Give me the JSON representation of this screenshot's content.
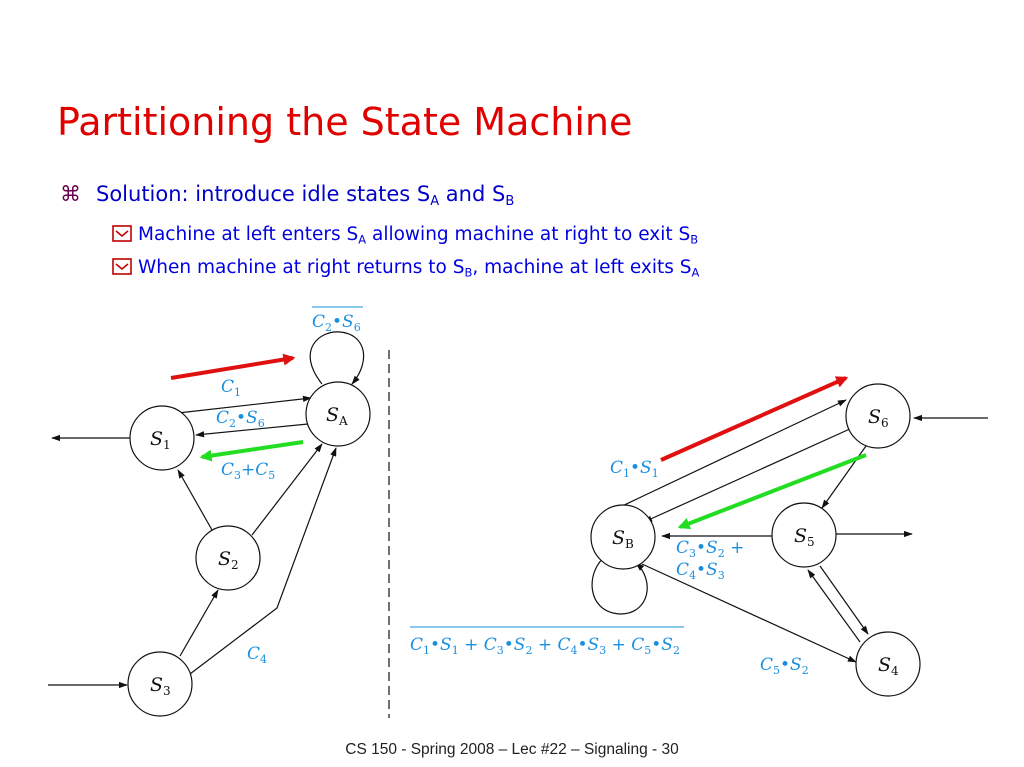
{
  "title": "Partitioning the State Machine",
  "bullets": {
    "main": {
      "marker": "⌘",
      "text": "Solution: introduce idle states S",
      "sub_a": "A",
      "mid": " and S",
      "sub_b": "B"
    },
    "sub1": {
      "t1": "Machine at left enters S",
      "s1": "A",
      "t2": " allowing machine at right to exit S",
      "s2": "B"
    },
    "sub2": {
      "t1": "When machine at right returns to S",
      "s1": "B",
      "t2": ", machine at left exits S",
      "s2": "A"
    }
  },
  "diagram": {
    "left": {
      "nodes": {
        "s1": {
          "main": "S",
          "sub": "1"
        },
        "sa": {
          "main": "S",
          "sub": "A"
        },
        "s2": {
          "main": "S",
          "sub": "2"
        },
        "s3": {
          "main": "S",
          "sub": "3"
        }
      },
      "labels": {
        "sa_loop": {
          "a": "C",
          "as": "2",
          "dot": "•S",
          "bs": "6"
        },
        "c1": {
          "a": "C",
          "as": "1"
        },
        "c2s6": {
          "a": "C",
          "as": "2",
          "dot": "•S",
          "bs": "6"
        },
        "c3c5": {
          "a": "C",
          "as": "3",
          "plus": "+C",
          "bs": "5"
        },
        "c4": {
          "a": "C",
          "as": "4"
        }
      }
    },
    "right": {
      "nodes": {
        "s6": {
          "main": "S",
          "sub": "6"
        },
        "sb": {
          "main": "S",
          "sub": "B"
        },
        "s5": {
          "main": "S",
          "sub": "5"
        },
        "s4": {
          "main": "S",
          "sub": "4"
        }
      },
      "labels": {
        "c1s1": {
          "a": "C",
          "as": "1",
          "dot": "•S",
          "bs": "1"
        },
        "c3s2_line1": {
          "a": "C",
          "as": "3",
          "dot": "•S",
          "bs": "2",
          "plus": " +"
        },
        "c4s3_line2": {
          "a": "C",
          "as": "4",
          "dot": "•S",
          "bs": "3"
        },
        "c5s2": {
          "a": "C",
          "as": "5",
          "dot": "•S",
          "bs": "2"
        },
        "sb_loop": {
          "t1": "C",
          "s1": "1",
          "t2": "•S",
          "s2": "1",
          "t3": " + C",
          "s3": "3",
          "t4": "•S",
          "s4": "2",
          "t5": " + C",
          "s5": "4",
          "t6": "•S",
          "s6": "3",
          "t7": " + C",
          "s7": "5",
          "t8": "•S",
          "s8": "2"
        }
      }
    }
  },
  "footer": "CS 150 - Spring  2008 – Lec #22 – Signaling  - 30",
  "colors": {
    "title": "#e00000",
    "bullet": "#0000c8",
    "label": "#1a8fe0",
    "red_arrow": "#e01010",
    "green_arrow": "#22dd22"
  },
  "icons": {
    "main_bullet": "command-key-icon",
    "sub_bullet": "checked-envelope-icon"
  }
}
